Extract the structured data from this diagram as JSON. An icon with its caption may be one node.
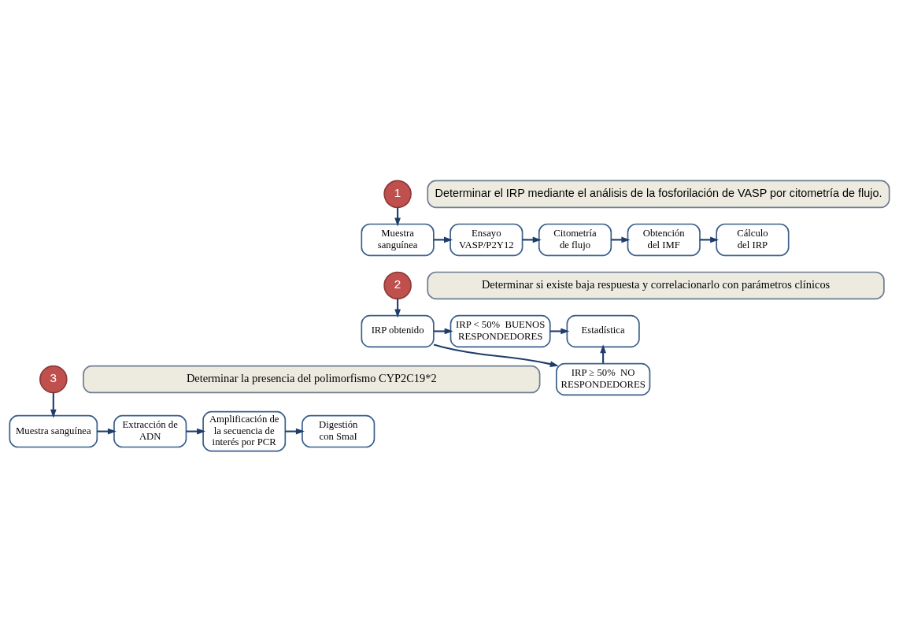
{
  "diagram": {
    "nodes": [
      {
        "text": [
          "1"
        ]
      },
      {
        "text": [
          "Determinar el IRP mediante el análisis de la fosforilación de VASP por citometría de flujo."
        ]
      },
      {
        "text": [
          "Muestra sanguínea"
        ]
      },
      {
        "text": [
          "Ensayo VASP/P2Y12"
        ]
      },
      {
        "text": [
          "Citometría de flujo"
        ]
      },
      {
        "text": [
          "Obtención del IMF"
        ]
      },
      {
        "text": [
          "Cálculo del IRP"
        ]
      },
      {
        "text": [
          "2"
        ]
      },
      {
        "text": [
          "Determinar si existe baja respuesta y correlacionarlo con parámetros clínicos"
        ]
      },
      {
        "text": [
          "IRP obtenido"
        ]
      },
      {
        "text": [
          "IRP < 50%  BUENOS RESPONDEDORES"
        ]
      },
      {
        "text": [
          "IRP ≥ 50%  NO RESPONDEDORES"
        ]
      },
      {
        "text": [
          "Estadística"
        ]
      },
      {
        "text": [
          "3"
        ]
      },
      {
        "text": [
          "Determinar la presencia del polimorfismo CYP2C19*2"
        ]
      },
      {
        "text": [
          "Muestra sanguínea"
        ]
      },
      {
        "text": [
          "Extracción de ADN"
        ]
      },
      {
        "text": [
          "Amplificación de la secuencia de interés por PCR"
        ]
      },
      {
        "text": [
          "Digestión con SmaI"
        ]
      }
    ],
    "edges": [
      {
        "from": 0,
        "to": 2,
        "arrow": "to"
      },
      {
        "from": 2,
        "to": 3,
        "arrow": "to"
      },
      {
        "from": 3,
        "to": 4,
        "arrow": "to"
      },
      {
        "from": 4,
        "to": 5,
        "arrow": "to"
      },
      {
        "from": 5,
        "to": 6,
        "arrow": "to"
      },
      {
        "from": 7,
        "to": 9,
        "arrow": "to"
      },
      {
        "from": 9,
        "to": 10,
        "arrow": "to"
      },
      {
        "from": 9,
        "to": 11,
        "arrow": "to"
      },
      {
        "from": 10,
        "to": 12,
        "arrow": "to"
      },
      {
        "from": 11,
        "to": 12,
        "arrow": "to"
      },
      {
        "from": 13,
        "to": 15,
        "arrow": "to"
      },
      {
        "from": 15,
        "to": 16,
        "arrow": "to"
      },
      {
        "from": 16,
        "to": 17,
        "arrow": "to"
      },
      {
        "from": 17,
        "to": 18,
        "arrow": "to"
      }
    ]
  }
}
